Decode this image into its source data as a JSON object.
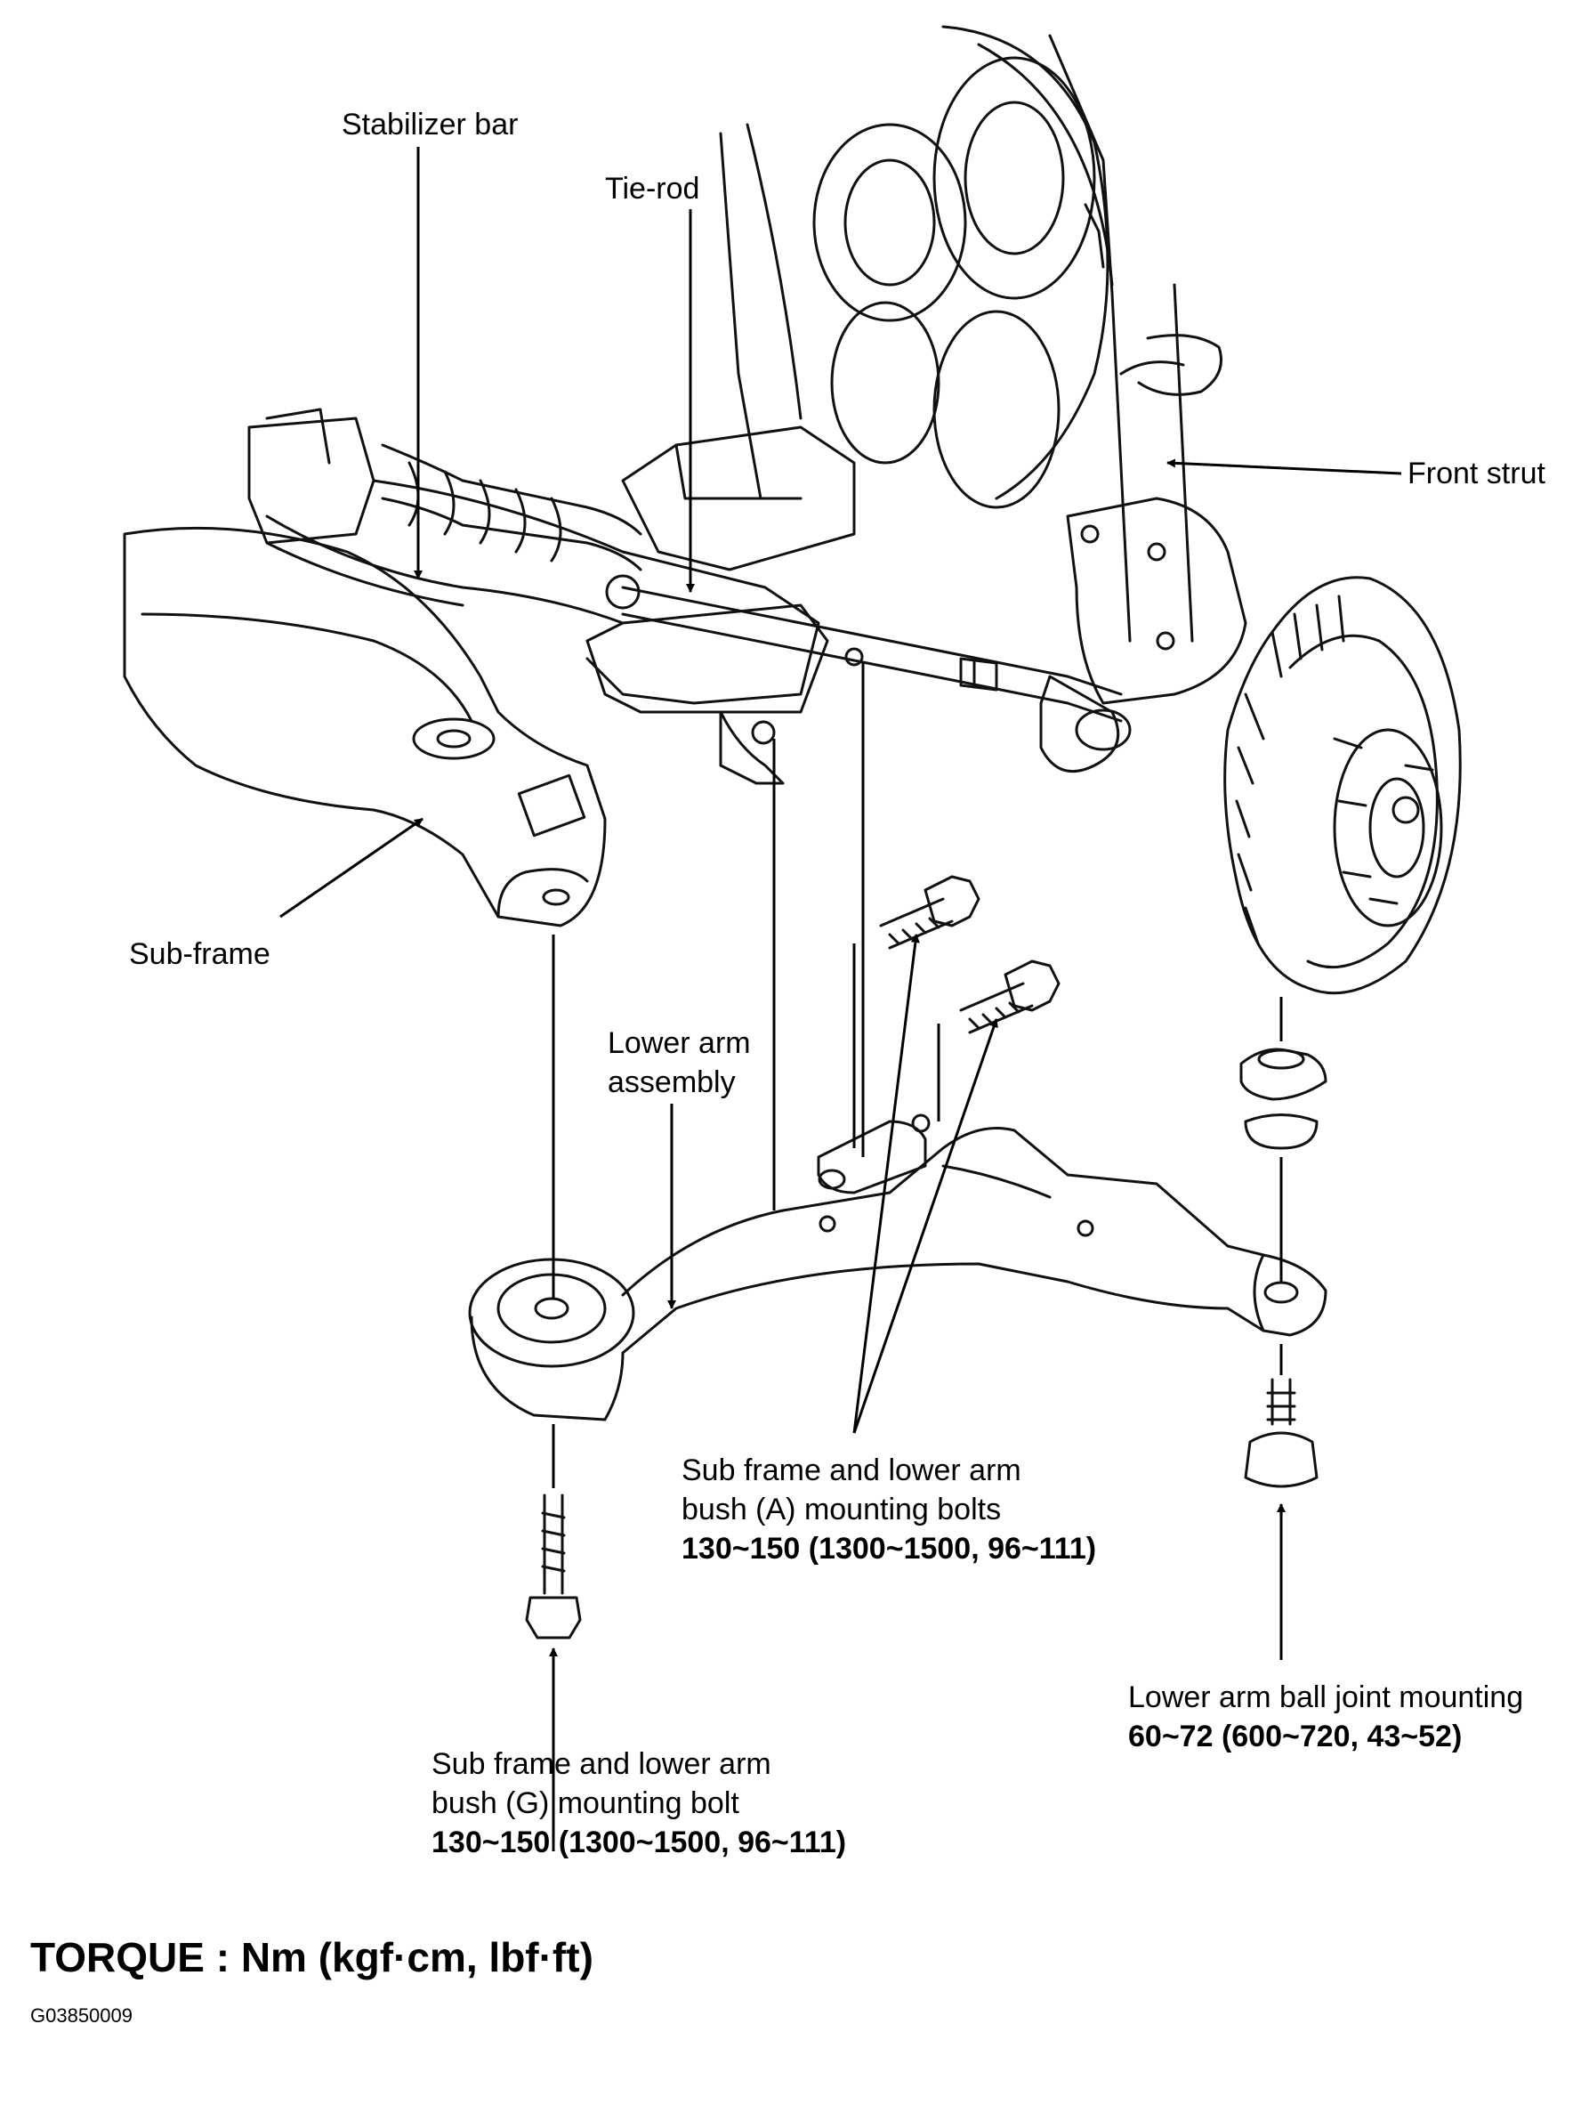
{
  "labels": {
    "stabilizer_bar": "Stabilizer bar",
    "tie_rod": "Tie-rod",
    "front_strut": "Front strut",
    "sub_frame": "Sub-frame",
    "lower_arm_assembly": [
      "Lower arm",
      "assembly"
    ],
    "bush_a": {
      "lines": [
        "Sub frame and lower arm",
        "bush (A) mounting bolts"
      ],
      "torque": "130~150 (1300~1500, 96~111)"
    },
    "bush_g": {
      "lines": [
        "Sub frame and lower arm",
        "bush (G) mounting bolt"
      ],
      "torque": "130~150 (1300~1500, 96~111)"
    },
    "ball_joint": {
      "lines": [
        "Lower arm ball joint mounting"
      ],
      "torque": "60~72 (600~720, 43~52)"
    }
  },
  "footer": {
    "torque_units": "TORQUE : Nm (kgf·cm, lbf·ft)",
    "figure_code": "G03850009"
  }
}
